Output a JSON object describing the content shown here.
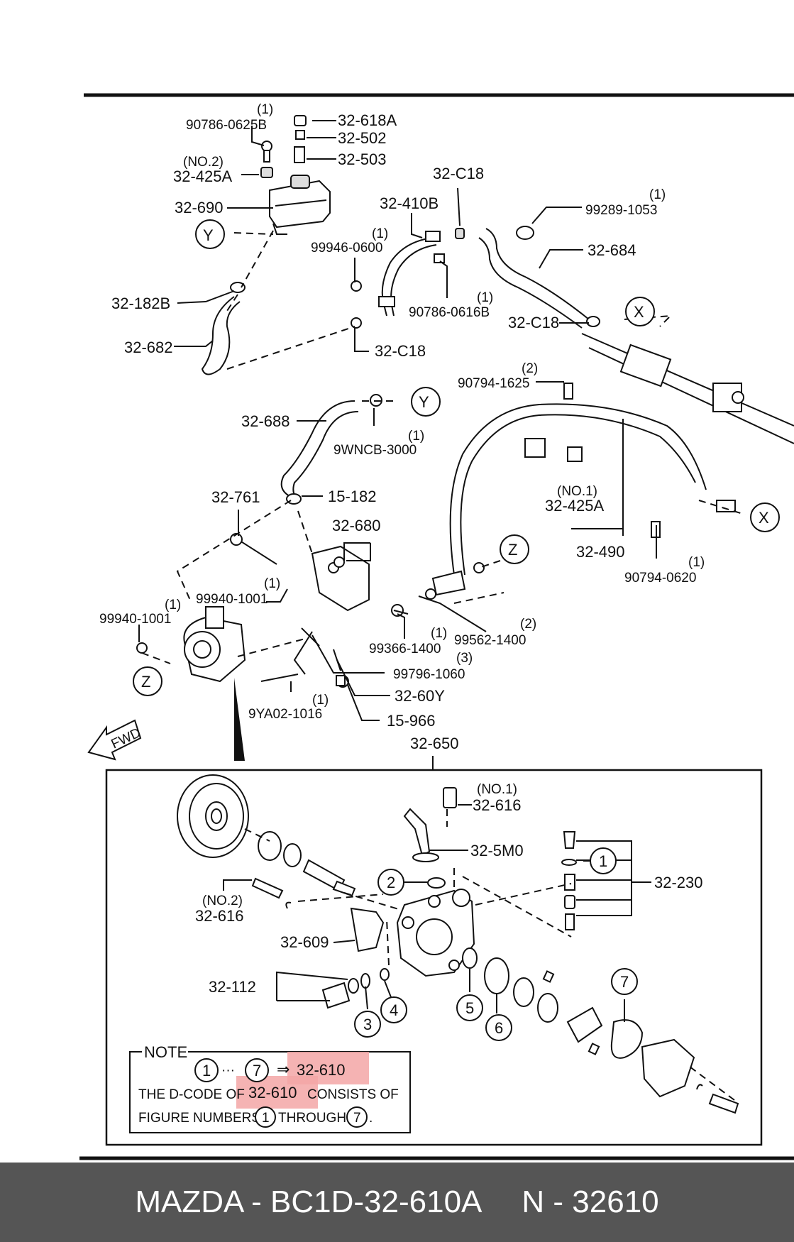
{
  "upper_labels": {
    "a1": "(1)",
    "a2": "90786-0625B",
    "b": "32-618A",
    "c": "32-502",
    "d": "32-503",
    "e1": "(NO.2)",
    "e2": "32-425A",
    "f": "32-690",
    "g": "32-C18",
    "h": "32-410B",
    "i1": "(1)",
    "i2": "99289-1053",
    "j1": "(1)",
    "j2": "99946-0600",
    "k": "32-684",
    "l1": "(1)",
    "l2": "90786-0616B",
    "m": "32-182B",
    "n": "32-C18",
    "o": "32-682",
    "p": "32-C18",
    "q1": "(2)",
    "q2": "90794-1625",
    "r": "32-688",
    "s1": "(1)",
    "s2": "9WNCB-3000",
    "t": "32-761",
    "u": "15-182",
    "v": "32-680",
    "w1": "(NO.1)",
    "w2": "32-425A",
    "x": "32-490",
    "y1": "(1)",
    "y2": "99940-1001",
    "z1": "(1)",
    "z2": "99940-1001",
    "aa1": "(1)",
    "aa2": "90794-0620",
    "bb1": "(1)",
    "bb2": "99366-1400",
    "cc1": "(2)",
    "cc2": "99562-1400",
    "dd1": "(3)",
    "dd2": "99796-1060",
    "ee": "32-60Y",
    "ff1": "(1)",
    "ff2": "9YA02-1016",
    "gg": "15-966",
    "hh": "32-650",
    "fwd": "FWD"
  },
  "callouts": {
    "Y": "Y",
    "X": "X",
    "Z": "Z"
  },
  "lower_labels": {
    "a1": "(NO.1)",
    "a2": "32-616",
    "b": "32-5M0",
    "c": "32-230",
    "d1": "(NO.2)",
    "d2": "32-616",
    "e": "32-609",
    "f": "32-112"
  },
  "numbers": [
    "1",
    "2",
    "3",
    "4",
    "5",
    "6",
    "7"
  ],
  "note": {
    "title": "NOTE",
    "line1_start": "1",
    "line1_dots": "···",
    "line1_end": "7",
    "line1_arrow": "⇒",
    "line1_code": "32-610",
    "line2_a": "THE D-CODE OF",
    "line2_code": "32-610",
    "line2_b": "CONSISTS OF",
    "line3_a": "FIGURE NUMBERS",
    "line3_n1": "1",
    "line3_b": "THROUGH",
    "line3_n2": "7",
    "line3_end": "."
  },
  "footer": {
    "left": "MAZDA - BC1D-32-610A",
    "right": "N - 32610"
  },
  "colors": {
    "highlight": "#f3a6a6",
    "footer_bg": "#555555"
  }
}
